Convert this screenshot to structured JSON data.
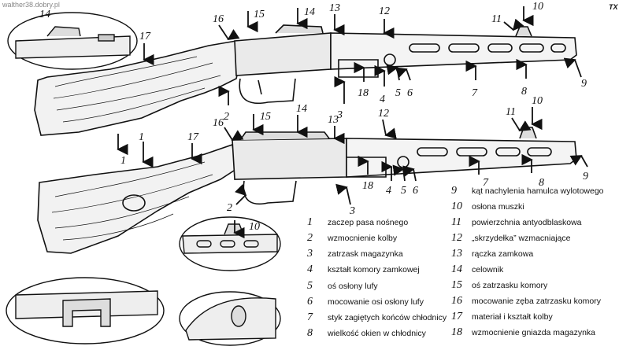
{
  "watermark": "walther38.dobry.pl",
  "corner_mark": "TX",
  "top_rifle_labels": [
    "14",
    "16",
    "15",
    "14",
    "13",
    "12",
    "11",
    "10",
    "17",
    "18",
    "4",
    "5",
    "6",
    "7",
    "8",
    "9",
    "2",
    "3"
  ],
  "bottom_rifle_labels": [
    "14",
    "13",
    "12",
    "11",
    "10",
    "16",
    "15",
    "17",
    "1",
    "1",
    "2",
    "18",
    "3",
    "4",
    "5",
    "6",
    "7",
    "8",
    "9"
  ],
  "inset_labels": {
    "top_left": "14",
    "middle": "10"
  },
  "legend_left": [
    {
      "num": "1",
      "desc": "zaczep pasa nośnego"
    },
    {
      "num": "2",
      "desc": "wzmocnienie kolby"
    },
    {
      "num": "3",
      "desc": "zatrzask magazynka"
    },
    {
      "num": "4",
      "desc": "kształt komory zamkowej"
    },
    {
      "num": "5",
      "desc": "oś osłony lufy"
    },
    {
      "num": "6",
      "desc": "mocowanie osi osłony lufy"
    },
    {
      "num": "7",
      "desc": "styk zagiętych końców chłodnicy"
    },
    {
      "num": "8",
      "desc": "wielkość okien w chłodnicy"
    }
  ],
  "legend_right": [
    {
      "num": "9",
      "desc": "kąt nachylenia hamulca wylotowego"
    },
    {
      "num": "10",
      "desc": "osłona muszki"
    },
    {
      "num": "11",
      "desc": "powierzchnia antyodblaskowa"
    },
    {
      "num": "12",
      "desc": "„skrzydełka” wzmacniające"
    },
    {
      "num": "13",
      "desc": "rączka zamkowa"
    },
    {
      "num": "14",
      "desc": "celownik"
    },
    {
      "num": "15",
      "desc": "oś zatrzasku komory"
    },
    {
      "num": "16",
      "desc": "mocowanie zęba zatrzasku komory"
    },
    {
      "num": "17",
      "desc": "materiał i kształt kolby"
    },
    {
      "num": "18",
      "desc": "wzmocnienie gniazda magazynka"
    }
  ]
}
